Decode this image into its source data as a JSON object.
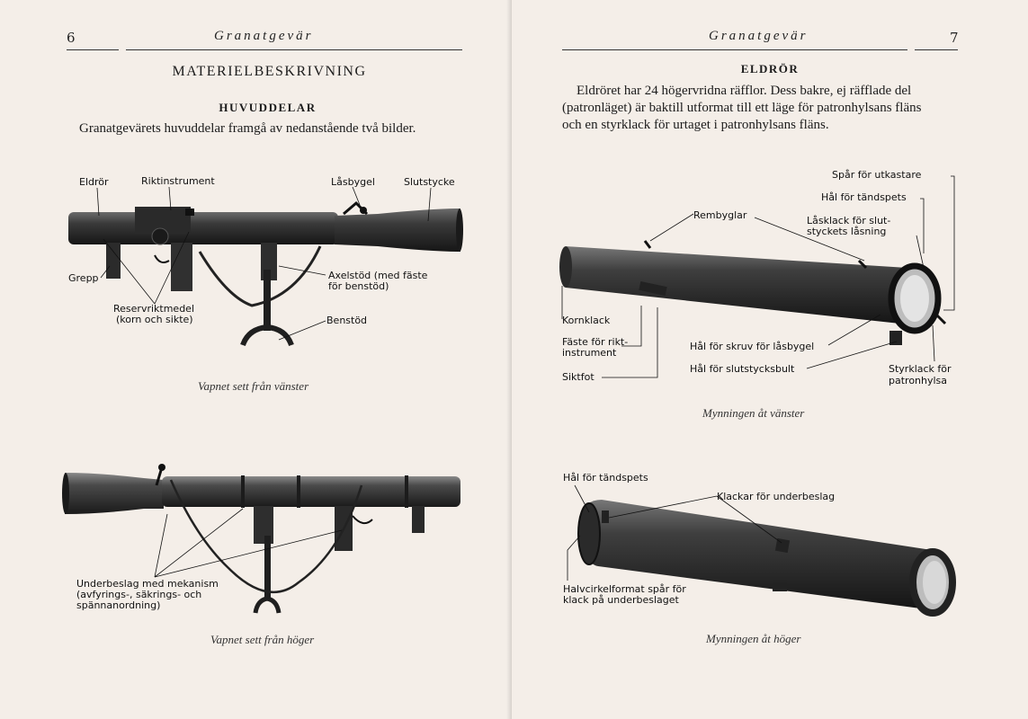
{
  "left_page": {
    "page_number": "6",
    "running_head": "Granatgevär",
    "title": "MATERIELBESKRIVNING",
    "subtitle": "HUVUDDELAR",
    "intro": "Granatgevärets huvuddelar framgå av nedanstående två bilder.",
    "figure_top": {
      "labels": {
        "eldror": "Eldrör",
        "riktinstrument": "Riktinstrument",
        "lasbygel": "Låsbygel",
        "slutstycke": "Slutstycke",
        "grepp": "Grepp",
        "axelstod_1": "Axelstöd (med fäste",
        "axelstod_2": "för benstöd)",
        "reserv_1": "Reservriktmedel",
        "reserv_2": "(korn och sikte)",
        "benstod": "Benstöd"
      },
      "caption": "Vapnet sett från vänster"
    },
    "figure_bottom": {
      "labels": {
        "under_1": "Underbeslag med mekanism",
        "under_2": "(avfyrings-, säkrings- och",
        "under_3": "spännanordning)"
      },
      "caption": "Vapnet sett från höger"
    }
  },
  "right_page": {
    "page_number": "7",
    "running_head": "Granatgevär",
    "title": "ELDRÖR",
    "paragraph_lines": [
      "Eldröret har 24 högervridna räfflor. Dess bakre, ej räfflade del",
      "(patronläget) är baktill utformat till ett läge för patronhylsans fläns",
      "och en styrklack för urtaget i patronhylsans fläns."
    ],
    "figure_top": {
      "labels": {
        "spar_utkastare": "Spår för utkastare",
        "hal_tandspets": "Hål för tändspets",
        "lasklack_1": "Låsklack för slut-",
        "lasklack_2": "styckets låsning",
        "rembyglar": "Rembyglar",
        "kornklack": "Kornklack",
        "faste_1": "Fäste för rikt-",
        "faste_2": "instrument",
        "hal_skruv": "Hål för skruv för låsbygel",
        "hal_slutstycksbult": "Hål för slutstycksbult",
        "siktfot": "Siktfot",
        "styrklack_1": "Styrklack för",
        "styrklack_2": "patronhylsa"
      },
      "caption": "Mynningen åt vänster"
    },
    "figure_bottom": {
      "labels": {
        "hal_tandspets": "Hål för tändspets",
        "klackar": "Klackar för underbeslag",
        "halvcirkel_1": "Halvcirkelformat spår för",
        "halvcirkel_2": "klack på underbeslaget"
      },
      "caption": "Mynningen åt höger"
    }
  },
  "colors": {
    "paper": "#f4eee8",
    "ink": "#1c1c1c",
    "metal_dark": "#2a2a2a",
    "metal_mid": "#4a4a4a"
  }
}
